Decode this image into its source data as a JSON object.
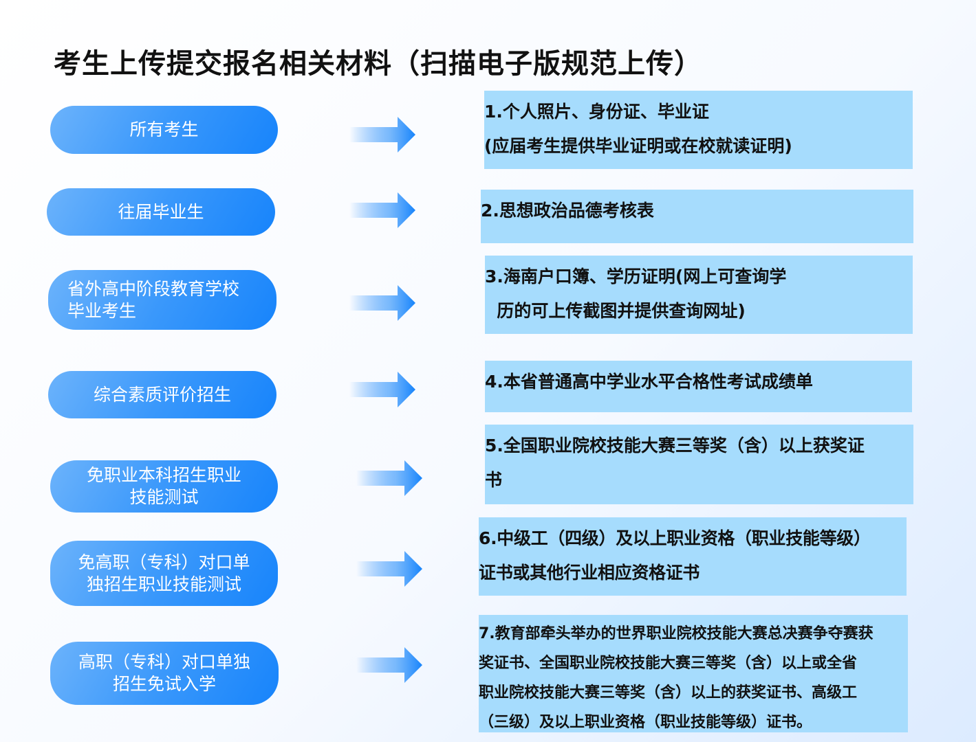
{
  "title": "考生上传提交报名相关材料（扫描电子版规范上传）",
  "rows": [
    {
      "category": [
        "所有考生"
      ],
      "material": [
        "1.个人照片、身份证、毕业证",
        "(应届考生提供毕业证明或在校就读证明)"
      ]
    },
    {
      "category": [
        "往届毕业生"
      ],
      "material": [
        "2.思想政治品德考核表"
      ]
    },
    {
      "category": [
        "省外高中阶段教育学校",
        "毕业考生"
      ],
      "material": [
        "3.海南户口簿、学历证明(网上可查询学",
        "  历的可上传截图并提供查询网址)"
      ]
    },
    {
      "category": [
        "综合素质评价招生"
      ],
      "material": [
        "4.本省普通高中学业水平合格性考试成绩单"
      ]
    },
    {
      "category": [
        "免职业本科招生职业",
        "技能测试"
      ],
      "material": [
        "5.全国职业院校技能大赛三等奖（含）以上获奖证",
        "书"
      ]
    },
    {
      "category": [
        "免高职（专科）对口单",
        "独招生职业技能测试"
      ],
      "material": [
        "6.中级工（四级）及以上职业资格（职业技能等级）",
        "证书或其他行业相应资格证书"
      ]
    },
    {
      "category": [
        "高职（专科）对口单独",
        "招生免试入学"
      ],
      "material": [
        "7.教育部牵头举办的世界职业院校技能大赛总决赛争夺赛获",
        "奖证书、全国职业院校技能大赛三等奖（含）以上或全省",
        "职业院校技能大赛三等奖（含）以上的获奖证书、高级工",
        "（三级）及以上职业资格（职业技能等级）证书。"
      ]
    }
  ],
  "colors": {
    "pill_start": "#6cb3fb",
    "pill_end": "#1784fb",
    "box": "#a6dcfd"
  }
}
